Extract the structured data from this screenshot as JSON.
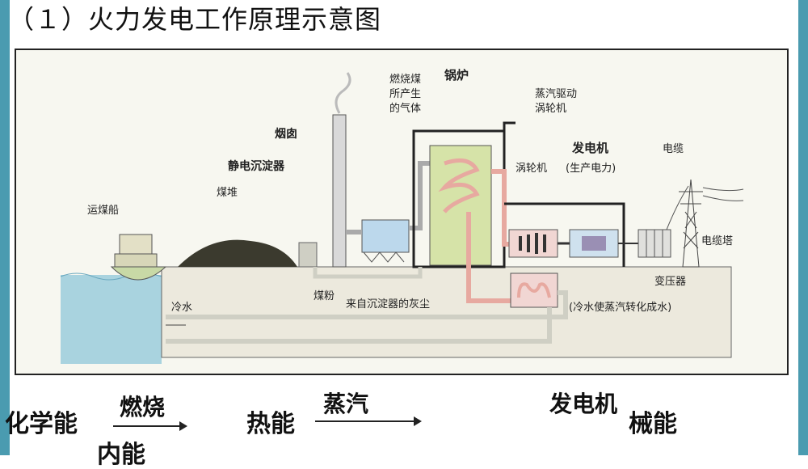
{
  "title": "（１）火力发电工作原理示意图",
  "diagram": {
    "labels": {
      "smoke_gas": [
        "燃烧煤",
        "所产生",
        "的气体"
      ],
      "boiler": "锅炉",
      "steam_turbine": [
        "蒸汽驱动",
        "涡轮机"
      ],
      "chimney": "烟囱",
      "precipitator": "静电沉淀器",
      "coal_pile": "煤堆",
      "coal_ship": "运煤船",
      "turbine": "涡轮机",
      "generator": "发电机",
      "generator_note": "(生产电力)",
      "cable": "电缆",
      "cable_tower": "电缆塔",
      "transformer": "变压器",
      "cold_water": "冷水",
      "coal_powder": "煤粉",
      "ash": "来自沉淀器的灰尘",
      "condense_note": "(冷水使蒸汽转化成水)"
    }
  },
  "energy_chain": {
    "chemical": "化学能",
    "burn": "燃烧",
    "heat": "热能",
    "steam": "蒸汽",
    "generator_label": "发电机",
    "mechanical": "械能",
    "electric_partial": "内能"
  }
}
